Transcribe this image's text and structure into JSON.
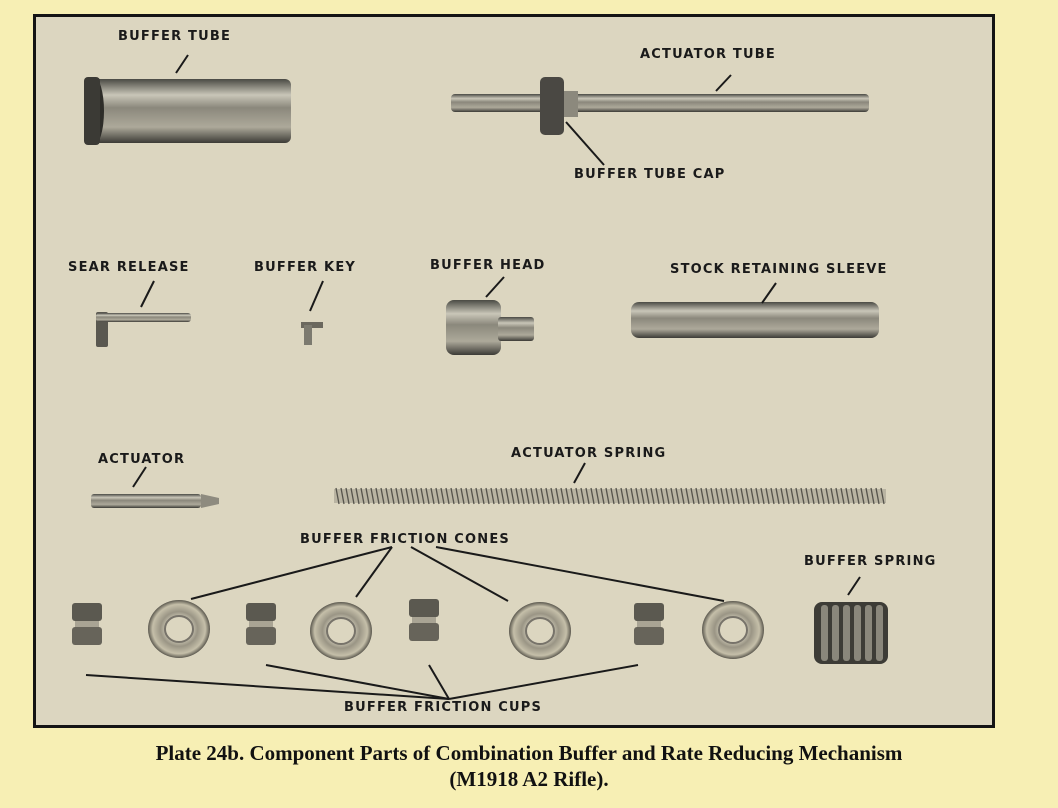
{
  "labels": {
    "buffer_tube": "BUFFER TUBE",
    "actuator_tube": "ACTUATOR TUBE",
    "buffer_tube_cap": "BUFFER TUBE CAP",
    "sear_release": "SEAR RELEASE",
    "buffer_key": "BUFFER KEY",
    "buffer_head": "BUFFER HEAD",
    "stock_retaining_sleeve": "STOCK RETAINING SLEEVE",
    "actuator": "ACTUATOR",
    "actuator_spring": "ACTUATOR SPRING",
    "buffer_friction_cones": "BUFFER FRICTION CONES",
    "buffer_spring": "BUFFER SPRING",
    "buffer_friction_cups": "BUFFER FRICTION CUPS"
  },
  "caption": {
    "line1": "Plate 24b.  Component Parts of Combination Buffer and Rate Reducing Mechanism",
    "line2": "(M1918 A2 Rifle)."
  }
}
